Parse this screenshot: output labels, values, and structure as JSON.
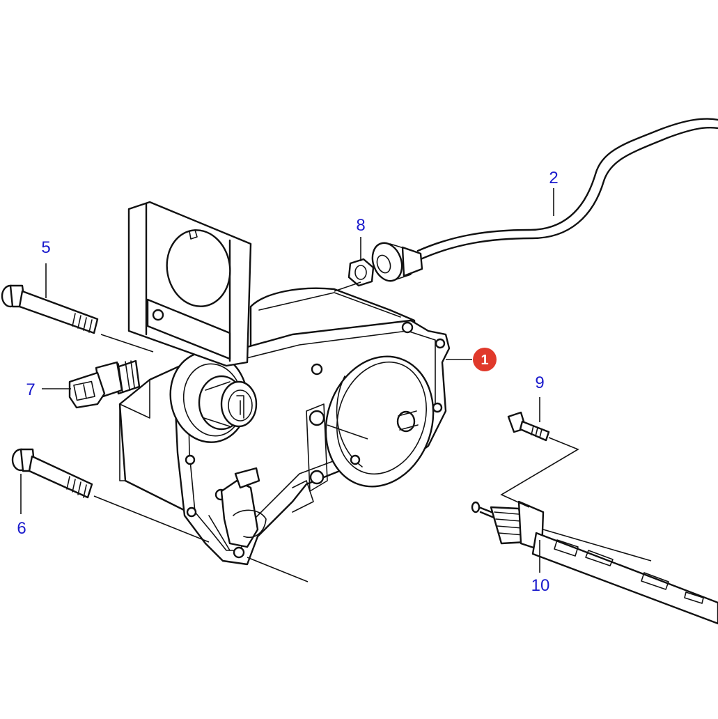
{
  "callouts": {
    "c1": "1",
    "c2": "2",
    "c5": "5",
    "c6": "6",
    "c7": "7",
    "c8": "8",
    "c9": "9",
    "c10": "10"
  },
  "colors": {
    "callout_text": "#1a1acc",
    "highlight_badge": "#e0392b",
    "line": "#111111",
    "background": "#ffffff"
  }
}
